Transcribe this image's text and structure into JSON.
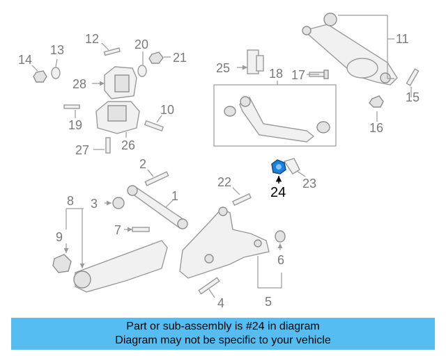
{
  "diagram": {
    "callouts": [
      "1",
      "2",
      "3",
      "4",
      "5",
      "6",
      "7",
      "8",
      "9",
      "10",
      "11",
      "12",
      "13",
      "14",
      "15",
      "16",
      "17",
      "18",
      "19",
      "20",
      "21",
      "22",
      "23",
      "24",
      "25",
      "26",
      "27",
      "28"
    ],
    "highlighted_callout": "24",
    "highlight_color": "#1f7fd6"
  },
  "banner": {
    "line1": "Part or sub-assembly is #24 in diagram",
    "line2": "Diagram may not be specific to your vehicle",
    "background": "#55bdf1"
  }
}
